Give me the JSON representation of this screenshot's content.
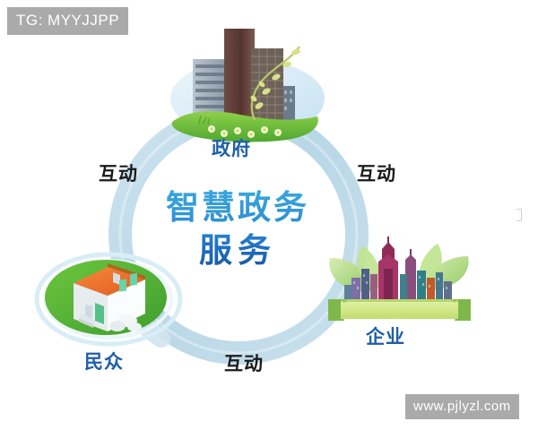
{
  "watermarks": {
    "top_left": "TG: MYYJJPP",
    "bottom_right": "www.pjlyzl.com"
  },
  "center": {
    "line1": "智慧政务",
    "line2": "服务"
  },
  "nodes": {
    "government": "政府",
    "citizens": "民众",
    "enterprise": "企业"
  },
  "interactions": {
    "left": "互动",
    "right": "互动",
    "bottom": "互动"
  },
  "colors": {
    "ring": "#bdd9e7",
    "ring_light": "#d3e6ef",
    "title_top": "#39a9e0",
    "title_bottom": "#17539f",
    "label_blue": "#1f5fa8",
    "label_dark": "#1a1a1a",
    "watermark_bg": "#aaaaaa",
    "watermark_text": "#ffffff",
    "grass_green": "#63b939",
    "roof_orange": "#ef6f2c",
    "leaf_green": "#a9d96a",
    "banner_green": "#cfe884",
    "background": "#ffffff"
  }
}
